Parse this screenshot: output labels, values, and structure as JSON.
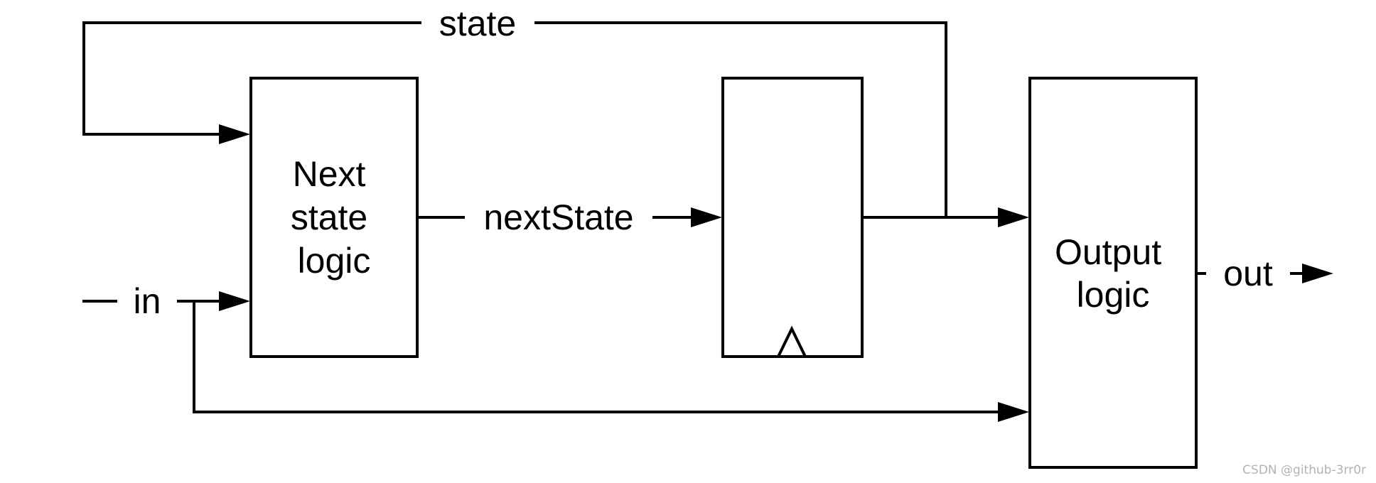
{
  "diagram": {
    "blocks": {
      "next_state_logic": [
        "Next",
        "state",
        "logic"
      ],
      "output_logic": [
        "Output",
        "logic"
      ]
    },
    "signals": {
      "state": "state",
      "next_state": "nextState",
      "input": "in",
      "output": "out"
    }
  },
  "watermark": "CSDN @github-3rr0r",
  "colors": {
    "ink": "#000000",
    "background": "#ffffff",
    "watermark": "#b3b3b3"
  }
}
